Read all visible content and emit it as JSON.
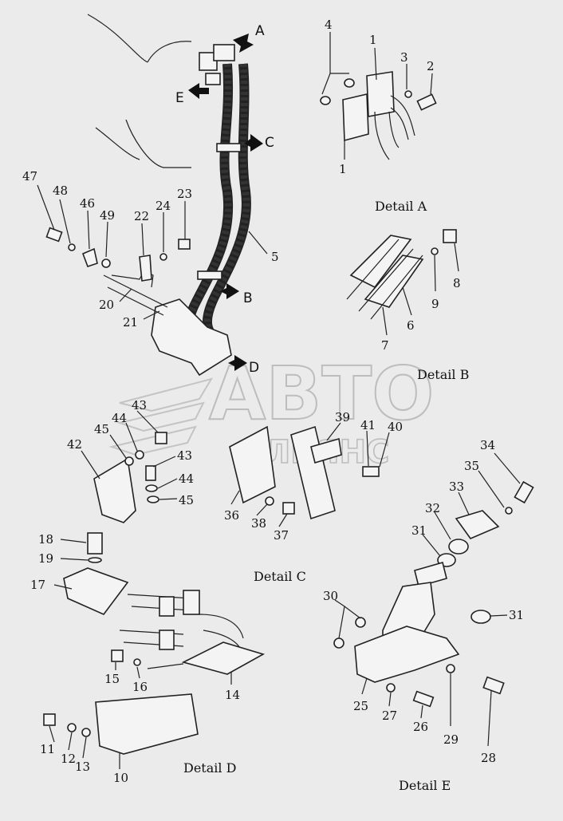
{
  "watermark": {
    "line1": "АВТО",
    "line2": "АЛЬЯНС"
  },
  "details": {
    "a": "Detail A",
    "b": "Detail B",
    "c": "Detail C",
    "d": "Detail D",
    "e": "Detail E"
  },
  "arrow_letters": {
    "a": "A",
    "b": "B",
    "c": "C",
    "d": "D",
    "e": "E"
  },
  "callouts": {
    "c1a": "1",
    "c1b": "1",
    "c2": "2",
    "c3": "3",
    "c4": "4",
    "c5": "5",
    "c6": "6",
    "c7": "7",
    "c8": "8",
    "c9": "9",
    "c10": "10",
    "c11": "11",
    "c12": "12",
    "c13": "13",
    "c14": "14",
    "c15": "15",
    "c16": "16",
    "c17": "17",
    "c18": "18",
    "c19": "19",
    "c20": "20",
    "c21": "21",
    "c22": "22",
    "c23": "23",
    "c24": "24",
    "c25": "25",
    "c26": "26",
    "c27": "27",
    "c28": "28",
    "c29": "29",
    "c30": "30",
    "c31a": "31",
    "c31b": "31",
    "c32": "32",
    "c33": "33",
    "c34": "34",
    "c35": "35",
    "c36": "36",
    "c37": "37",
    "c38": "38",
    "c39": "39",
    "c40": "40",
    "c41": "41",
    "c42": "42",
    "c43a": "43",
    "c43b": "43",
    "c44a": "44",
    "c44b": "44",
    "c45a": "45",
    "c45b": "45",
    "c46": "46",
    "c47": "47",
    "c48": "48",
    "c49": "49"
  }
}
